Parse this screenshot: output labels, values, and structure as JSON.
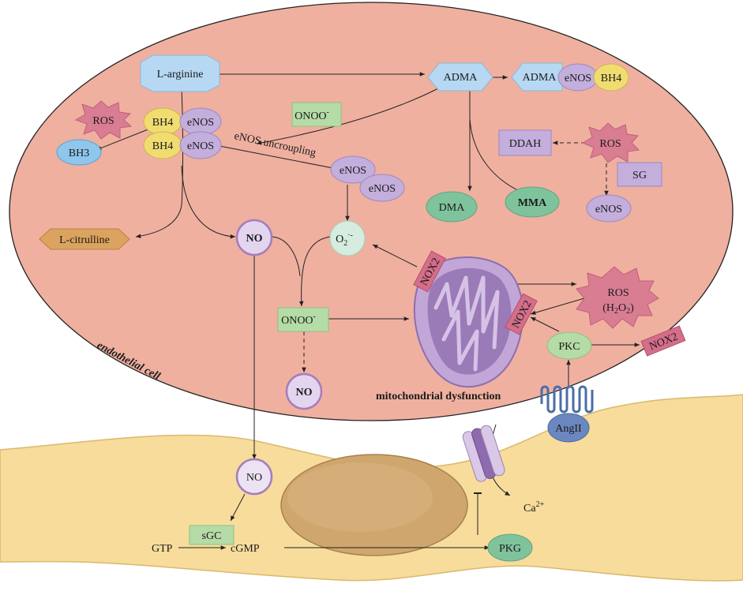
{
  "cell": {
    "endothelial_label": "endothelial cell",
    "mitochondria_label": "mitochondrial dysfunction"
  },
  "nodes": {
    "l_arginine": "L-arginine",
    "adma": "ADMA",
    "adma_complex": {
      "adma": "ADMA",
      "enos": "eNOS",
      "bh4": "BH4"
    },
    "ros_left": "ROS",
    "bh4_top": "BH4",
    "bh4_bottom": "BH4",
    "enos_top": "eNOS",
    "enos_bottom": "eNOS",
    "bh3": "BH3",
    "onoo_top": {
      "base": "ONOO",
      "sup": "-"
    },
    "enos_uncoupling": "eNOS uncroupling",
    "enos_mid1": "eNOS",
    "enos_mid2": "eNOS",
    "ddah": "DDAH",
    "ros_right": "ROS",
    "sg": "SG",
    "enos_right": "eNOS",
    "dma": "DMA",
    "mma": "MMA",
    "l_citrulline": "L-citrulline",
    "no_top": "NO",
    "o2": {
      "base": "O",
      "sub": "2",
      "sup": "·-"
    },
    "onoo_mid": {
      "base": "ONOO",
      "sup": "-"
    },
    "no_bottom": "NO",
    "nox2_a": "NOX2",
    "nox2_b": "NOX2",
    "nox2_c": "NOX2",
    "ros_h2o2": {
      "line1": "ROS",
      "line2_open": "(H",
      "sub1": "2",
      "mid": "O",
      "sub2": "2",
      "close": ")"
    },
    "pkc": "PKC",
    "angii": "AngII",
    "no_smooth": "NO",
    "sgc": "sGC",
    "gtp": "GTP",
    "cgmp": "cGMP",
    "pkg": "PKG",
    "ca": {
      "base": "Ca",
      "sup": "2+"
    }
  },
  "colors": {
    "endothelial_fill": "#efb0a0",
    "smooth_muscle_fill": "#f7dc9c",
    "nucleus_fill": "#cfa66e",
    "blue_hex": "#b6d8f2",
    "enos": "#c3aedc",
    "bh4": "#f1dc72",
    "ros": "#d97d93",
    "green": "#b5dba6",
    "teal_oval": "#7fc39c",
    "l_citrulline": "#dca25f",
    "no_circle_stroke": "#a57dbb",
    "nox2": "#d56e8a",
    "mitochondria": "#9b7ab8",
    "angii": "#6a87c0"
  }
}
